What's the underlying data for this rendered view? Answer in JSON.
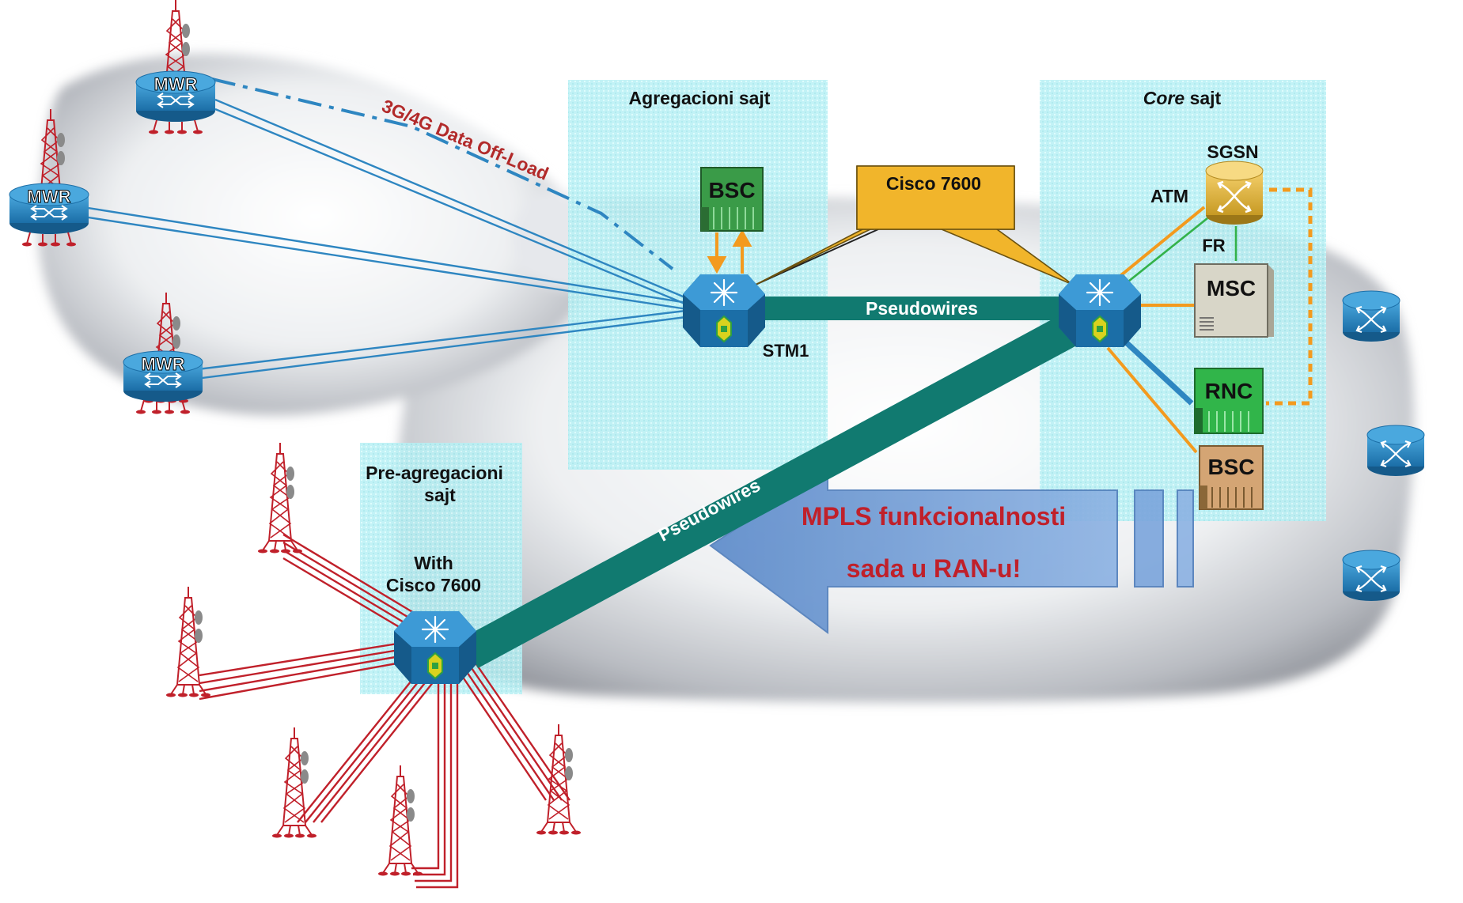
{
  "labels": {
    "aggregation_site": "Agregacioni sajt",
    "core_site_italic": "Core",
    "core_site_rest": " sajt",
    "pre_aggregation_line1": "Pre-agregacioni",
    "pre_aggregation_line2": "sajt",
    "with_line1": "With",
    "with_line2": "Cisco 7600",
    "cisco_callout": "Cisco 7600",
    "pseudowires_top": "Pseudowires",
    "pseudowires_diag": "Pseudowires",
    "stm1": "STM1",
    "data_offload": "3G/4G Data Off-Load",
    "mpls_line1": "MPLS funkcionalnosti",
    "mpls_line2": "sada u RAN-u!",
    "sgsn": "SGSN",
    "atm": "ATM",
    "fr": "FR"
  },
  "devices": {
    "mwr_1": "MWR",
    "mwr_2": "MWR",
    "mwr_3": "MWR",
    "bsc_agg": "BSC",
    "msc": "MSC",
    "rnc": "RNC",
    "bsc_core": "BSC"
  },
  "colors": {
    "site_bg": "#b7f0f4",
    "pseudowire": "#117a70",
    "blue_link": "#2e86c1",
    "red_link": "#c0202a",
    "orange_link": "#f39a1e",
    "green_link": "#33b24a",
    "callout": "#f1b52b",
    "mpls_arrow": "#6d9bd6",
    "mpls_text": "#c0202a",
    "offload_text": "#b22a2a"
  }
}
